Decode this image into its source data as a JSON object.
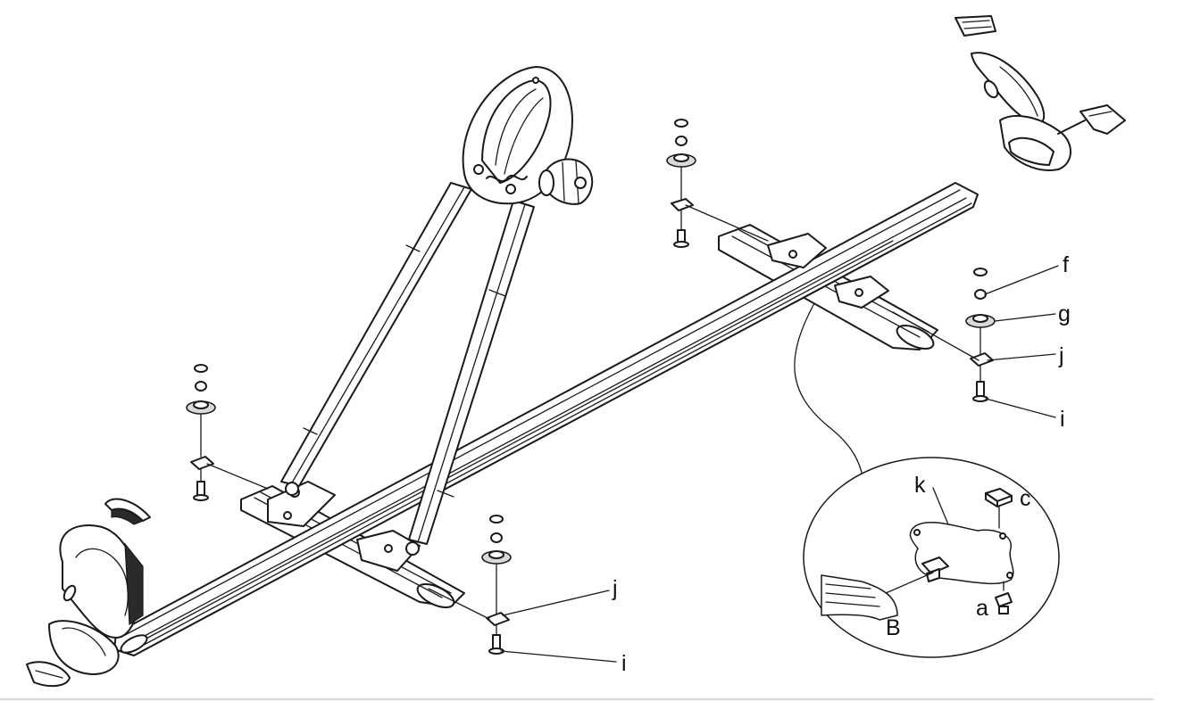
{
  "diagram": {
    "labels": {
      "f": "f",
      "g": "g",
      "j_right": "j",
      "i_right": "i",
      "j_bottom": "j",
      "i_bottom": "i",
      "k": "k",
      "c": "c",
      "a": "a",
      "B": "B"
    },
    "colors": {
      "line": "#1a1a1a",
      "background": "#ffffff"
    }
  }
}
